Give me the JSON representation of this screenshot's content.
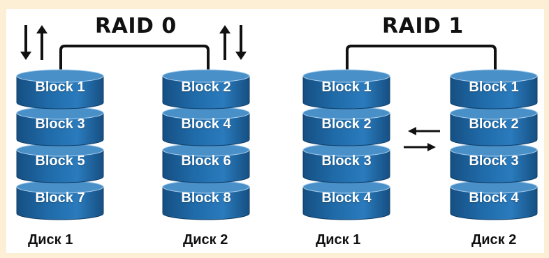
{
  "raid0": {
    "title": "RAID 0",
    "disk1": {
      "caption": "Диск 1",
      "blocks": [
        "Block 1",
        "Block 3",
        "Block 5",
        "Block 7"
      ]
    },
    "disk2": {
      "caption": "Диск 2",
      "blocks": [
        "Block 2",
        "Block 4",
        "Block 6",
        "Block 8"
      ]
    }
  },
  "raid1": {
    "title": "RAID 1",
    "disk1": {
      "caption": "Диск 1",
      "blocks": [
        "Block 1",
        "Block 2",
        "Block 3",
        "Block 4"
      ]
    },
    "disk2": {
      "caption": "Диск 2",
      "blocks": [
        "Block 1",
        "Block 2",
        "Block 3",
        "Block 4"
      ]
    }
  },
  "colors": {
    "background": "#fdeed6",
    "disk_body": "#1f6aa8",
    "disk_top": "#4a90c8",
    "connector": "#111111"
  },
  "icons": [
    "read-write-arrows-icon",
    "mirror-arrows-icon"
  ]
}
